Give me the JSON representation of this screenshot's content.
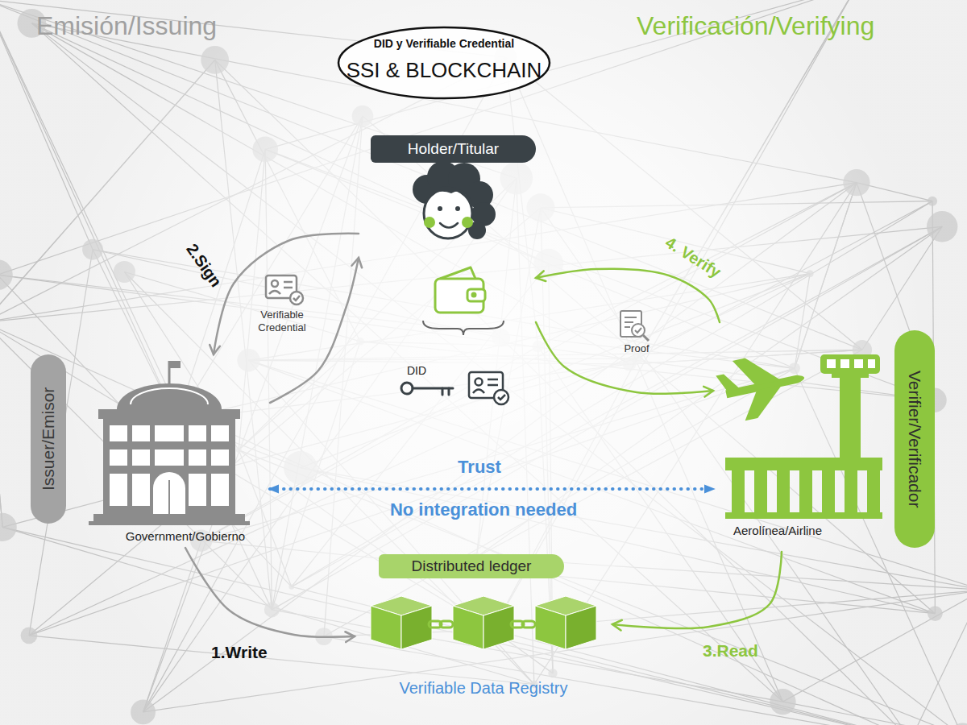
{
  "diagram": {
    "nodes": [
      {
        "text": [
          "DID y Verifiable Credential",
          "SSI & BLOCKCHAIN"
        ]
      },
      {
        "text": [
          "Holder/Titular"
        ]
      },
      {
        "text": [
          "Issuer/Emisor",
          "Government/Gobierno"
        ]
      },
      {
        "text": [
          "Verifier/Verificador",
          "Aerolínea/Airline"
        ]
      },
      {
        "text": [
          "Distributed ledger",
          "Verifiable Data Registry"
        ]
      }
    ],
    "edges": [
      {
        "from": 2,
        "to": 1,
        "arrow": "to"
      },
      {
        "from": 1,
        "to": 2,
        "label": "2.Sign",
        "arrow": "to"
      },
      {
        "from": 3,
        "to": 1,
        "label": "4. Verify",
        "arrow": "to"
      },
      {
        "from": 1,
        "to": 3,
        "arrow": "to"
      },
      {
        "from": 2,
        "to": 4,
        "label": "1.Write",
        "arrow": "to"
      },
      {
        "from": 3,
        "to": 4,
        "label": "3.Read",
        "arrow": "to"
      },
      {
        "from": 2,
        "to": 3,
        "label": "Trust",
        "arrow": "both"
      }
    ],
    "labels": [
      "Emisión/Issuing",
      "Verificación/Verifying",
      "Verifiable Credential",
      "DID",
      "Proof",
      "No integration needed"
    ]
  }
}
